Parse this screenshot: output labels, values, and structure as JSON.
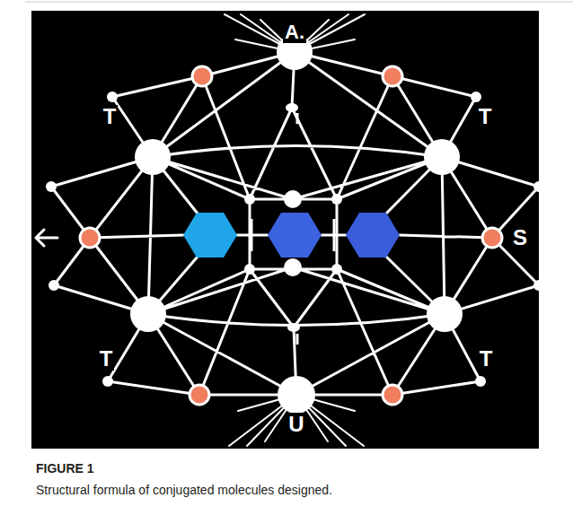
{
  "diagram": {
    "title": "FIGURE 1",
    "caption": "Structural formula of conjugated molecules designed.",
    "labels": [
      "A.",
      "T",
      "T",
      "S",
      "T",
      "T",
      "U"
    ]
  }
}
